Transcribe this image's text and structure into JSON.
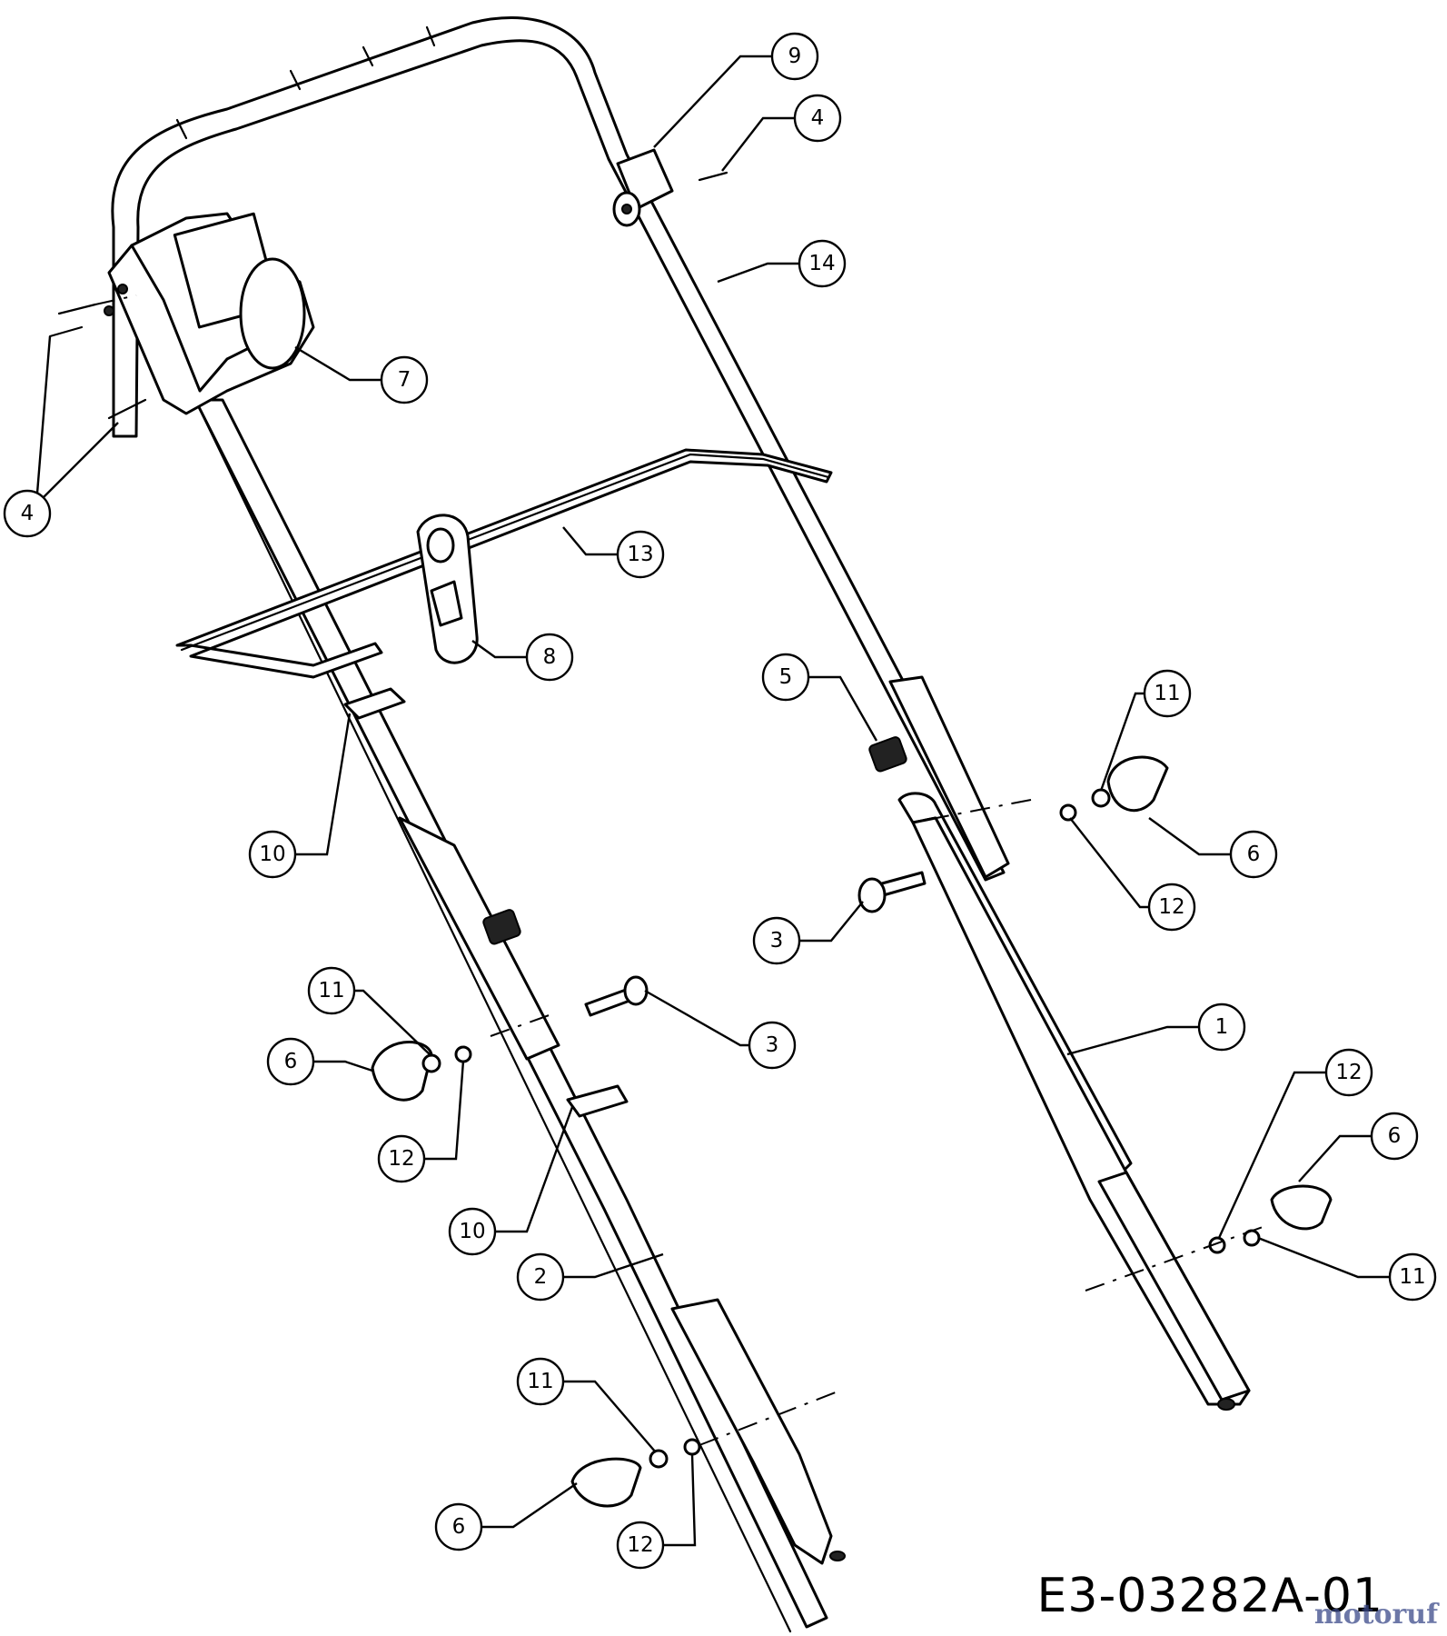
{
  "drawing_code": "E3-03282A-01",
  "watermark": "motoruf",
  "callouts": [
    {
      "label": "9"
    },
    {
      "label": "4"
    },
    {
      "label": "14"
    },
    {
      "label": "7"
    },
    {
      "label": "4"
    },
    {
      "label": "13"
    },
    {
      "label": "8"
    },
    {
      "label": "5"
    },
    {
      "label": "11"
    },
    {
      "label": "6"
    },
    {
      "label": "12"
    },
    {
      "label": "3"
    },
    {
      "label": "10"
    },
    {
      "label": "11"
    },
    {
      "label": "6"
    },
    {
      "label": "3"
    },
    {
      "label": "12"
    },
    {
      "label": "10"
    },
    {
      "label": "1"
    },
    {
      "label": "12"
    },
    {
      "label": "6"
    },
    {
      "label": "11"
    },
    {
      "label": "2"
    },
    {
      "label": "11"
    },
    {
      "label": "6"
    },
    {
      "label": "12"
    }
  ]
}
